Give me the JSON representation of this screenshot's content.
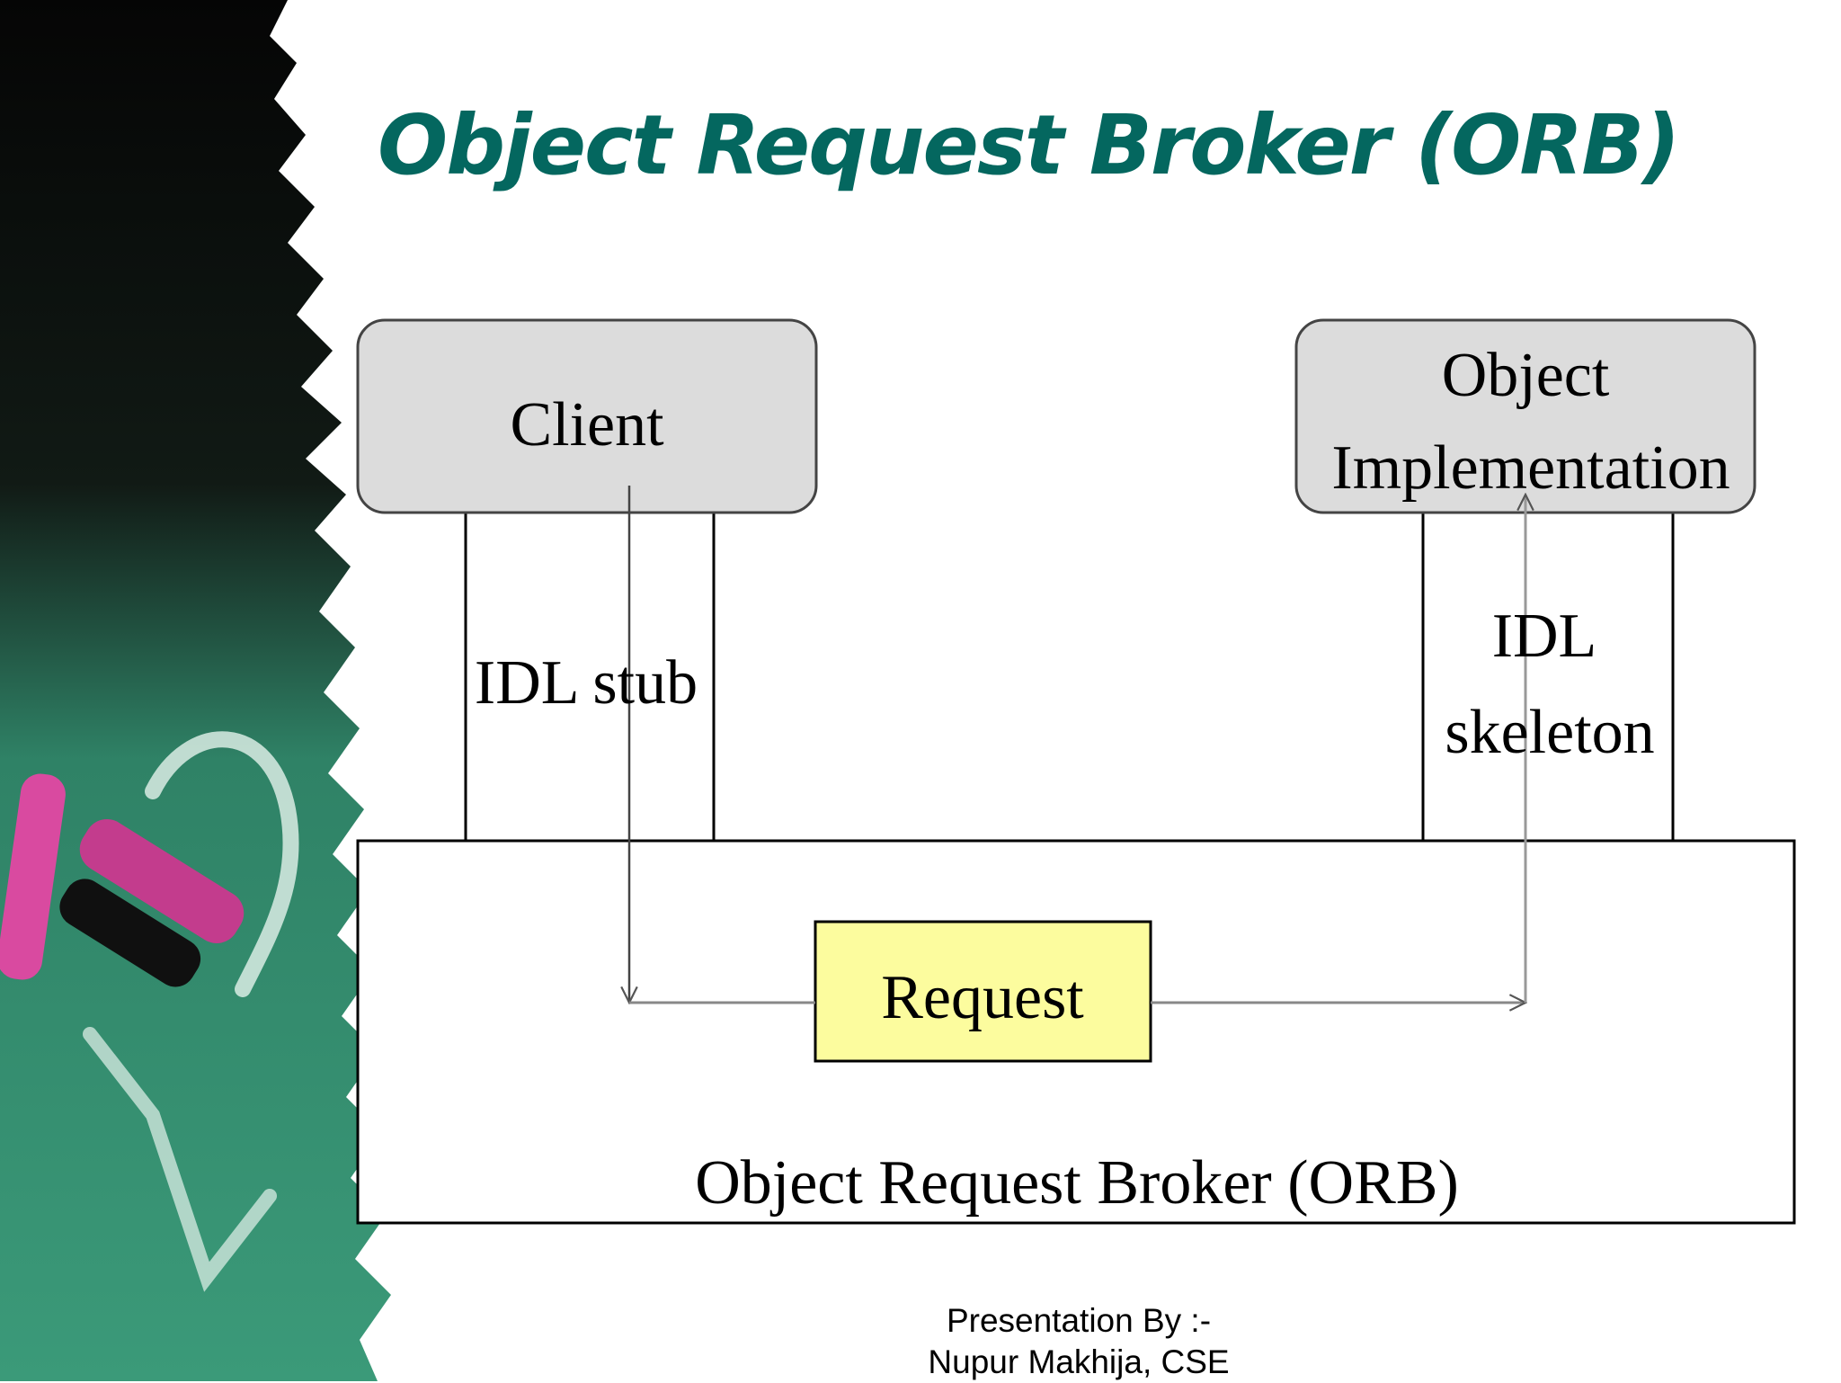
{
  "slide": {
    "title": "Object Request Broker (ORB)"
  },
  "diagram": {
    "client_label": "Client",
    "object_impl_label_line1": "Object",
    "object_impl_label_line2": "Implementation",
    "idl_stub_label": "IDL stub",
    "idl_skeleton_label_line1": "IDL",
    "idl_skeleton_label_line2": "skeleton",
    "request_label": "Request",
    "orb_label": "Object Request Broker (ORB)",
    "colors": {
      "component_box": "#dcdcdc",
      "request_box": "#fcfc9e",
      "title": "#04675f",
      "arrow": "#888888"
    }
  },
  "footer": {
    "line1": "Presentation By :-",
    "line2": "Nupur Makhija, CSE"
  }
}
